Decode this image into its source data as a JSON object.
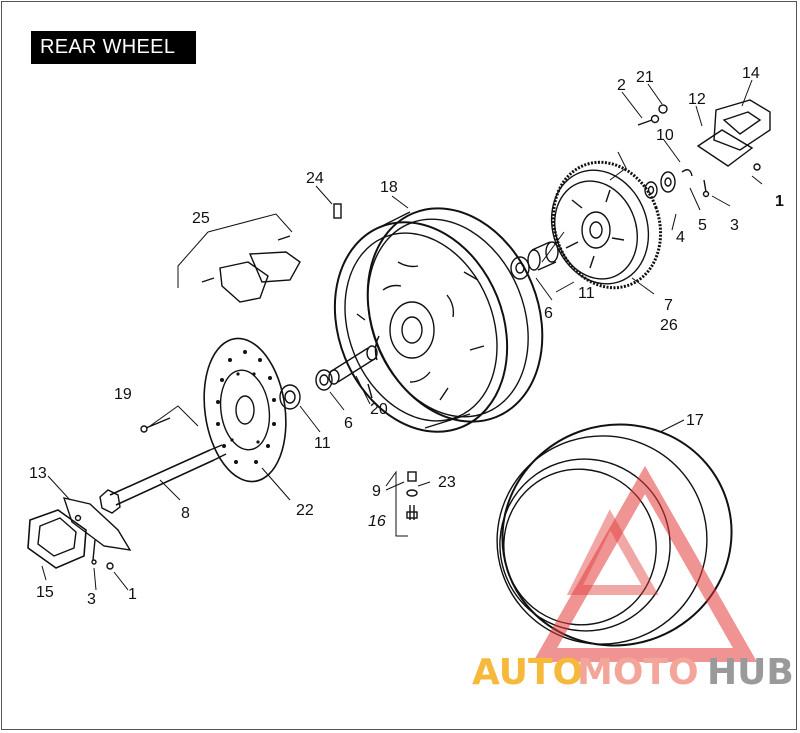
{
  "title": "REAR WHEEL",
  "callouts": {
    "c1a": "1",
    "c1b": "1",
    "c2": "2",
    "c3a": "3",
    "c3b": "3",
    "c4": "4",
    "c5": "5",
    "c6a": "6",
    "c6b": "6",
    "c7": "7",
    "c8": "8",
    "c9": "9",
    "c10": "10",
    "c11a": "11",
    "c11b": "11",
    "c12": "12",
    "c13": "13",
    "c14": "14",
    "c15": "15",
    "c16": "16",
    "c17": "17",
    "c18": "18",
    "c19": "19",
    "c20": "20",
    "c21": "21",
    "c22": "22",
    "c23": "23",
    "c24": "24",
    "c25": "25",
    "c26": "26"
  },
  "watermark": {
    "part1": "AUTO",
    "part2": "MOTO",
    "part3": "HUB"
  },
  "colors": {
    "title_bg": "#000000",
    "watermark_triangle": "#e23b3b",
    "auto": "#f6b93b",
    "moto": "#f4a59a",
    "hub": "#9a9a9a"
  }
}
